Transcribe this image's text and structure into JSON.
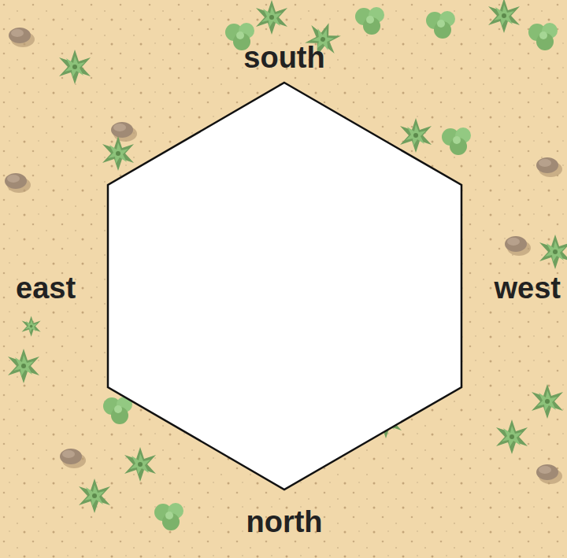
{
  "diagram": {
    "labels": [
      "south",
      "east",
      "west",
      "north"
    ]
  }
}
